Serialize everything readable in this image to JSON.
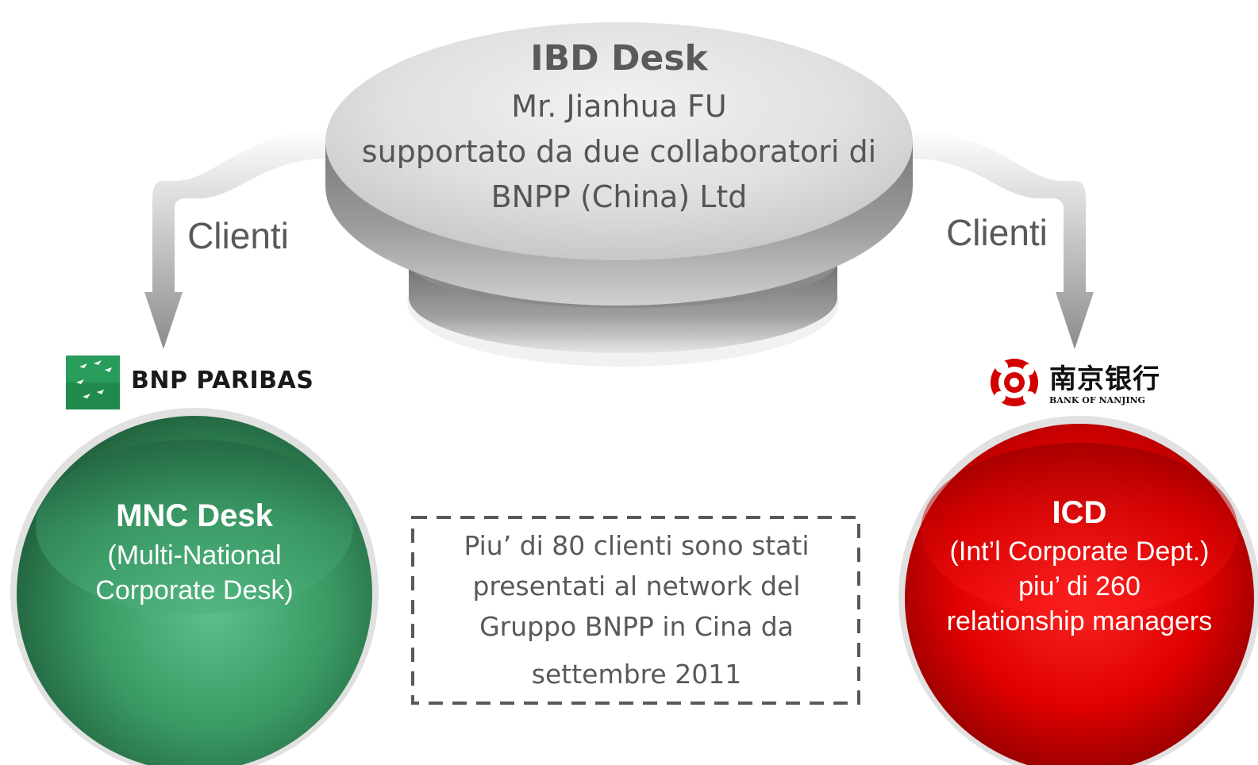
{
  "ibd_desk": {
    "title": "IBD Desk",
    "line1": "Mr. Jianhua FU",
    "line2": "supportato da due collaboratori di",
    "line3": "BNPP (China) Ltd"
  },
  "arrows": {
    "left_label": "Clienti",
    "right_label": "Clienti"
  },
  "bnp_paribas": {
    "logo_text": "BNP PARIBAS",
    "logo_color": "#1f8a4c"
  },
  "bank_of_nanjing": {
    "logo_text_cn": "南京银行",
    "logo_text_en": "BANK OF NANJING",
    "logo_color": "#d40000"
  },
  "mnc_desk": {
    "title": "MNC Desk",
    "sub1": "(Multi-National",
    "sub2": "Corporate Desk)",
    "color": "#2e8b57"
  },
  "icd": {
    "title": "ICD",
    "sub1": "(Int’l Corporate Dept.)",
    "sub2": "piu’ di 260",
    "sub3": "relationship managers",
    "color": "#c00000"
  },
  "note": {
    "line1": "Piu’ di 80 clienti sono stati",
    "line2": "presentati al network del",
    "line3": "Gruppo BNPP in Cina da",
    "line4": "settembre 2011"
  }
}
